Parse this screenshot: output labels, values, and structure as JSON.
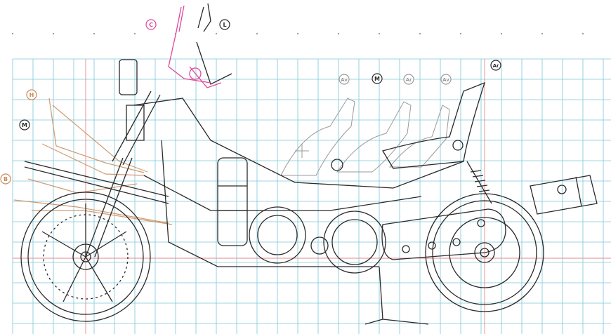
{
  "colors": {
    "grid": "#7cc7d9",
    "grid_accent": "#e58a8a",
    "ink": "#2a2a2a",
    "ink_light": "#9a9a9a",
    "handlebar": "#e0479a",
    "lever": "#c98a5a"
  },
  "callouts": [
    {
      "id": "c",
      "label": "C",
      "variant": "pink"
    },
    {
      "id": "l",
      "label": "L",
      "variant": "dark"
    },
    {
      "id": "h",
      "label": "H",
      "variant": "brown"
    },
    {
      "id": "m_left",
      "label": "M",
      "variant": "dark"
    },
    {
      "id": "b",
      "label": "B",
      "variant": "brown"
    },
    {
      "id": "av1",
      "label": "Av",
      "variant": "grey"
    },
    {
      "id": "m_mid",
      "label": "M",
      "variant": "dark"
    },
    {
      "id": "ar1",
      "label": "Ar",
      "variant": "grey"
    },
    {
      "id": "av2",
      "label": "Av",
      "variant": "grey"
    },
    {
      "id": "ar2",
      "label": "Ar",
      "variant": "dark"
    }
  ]
}
